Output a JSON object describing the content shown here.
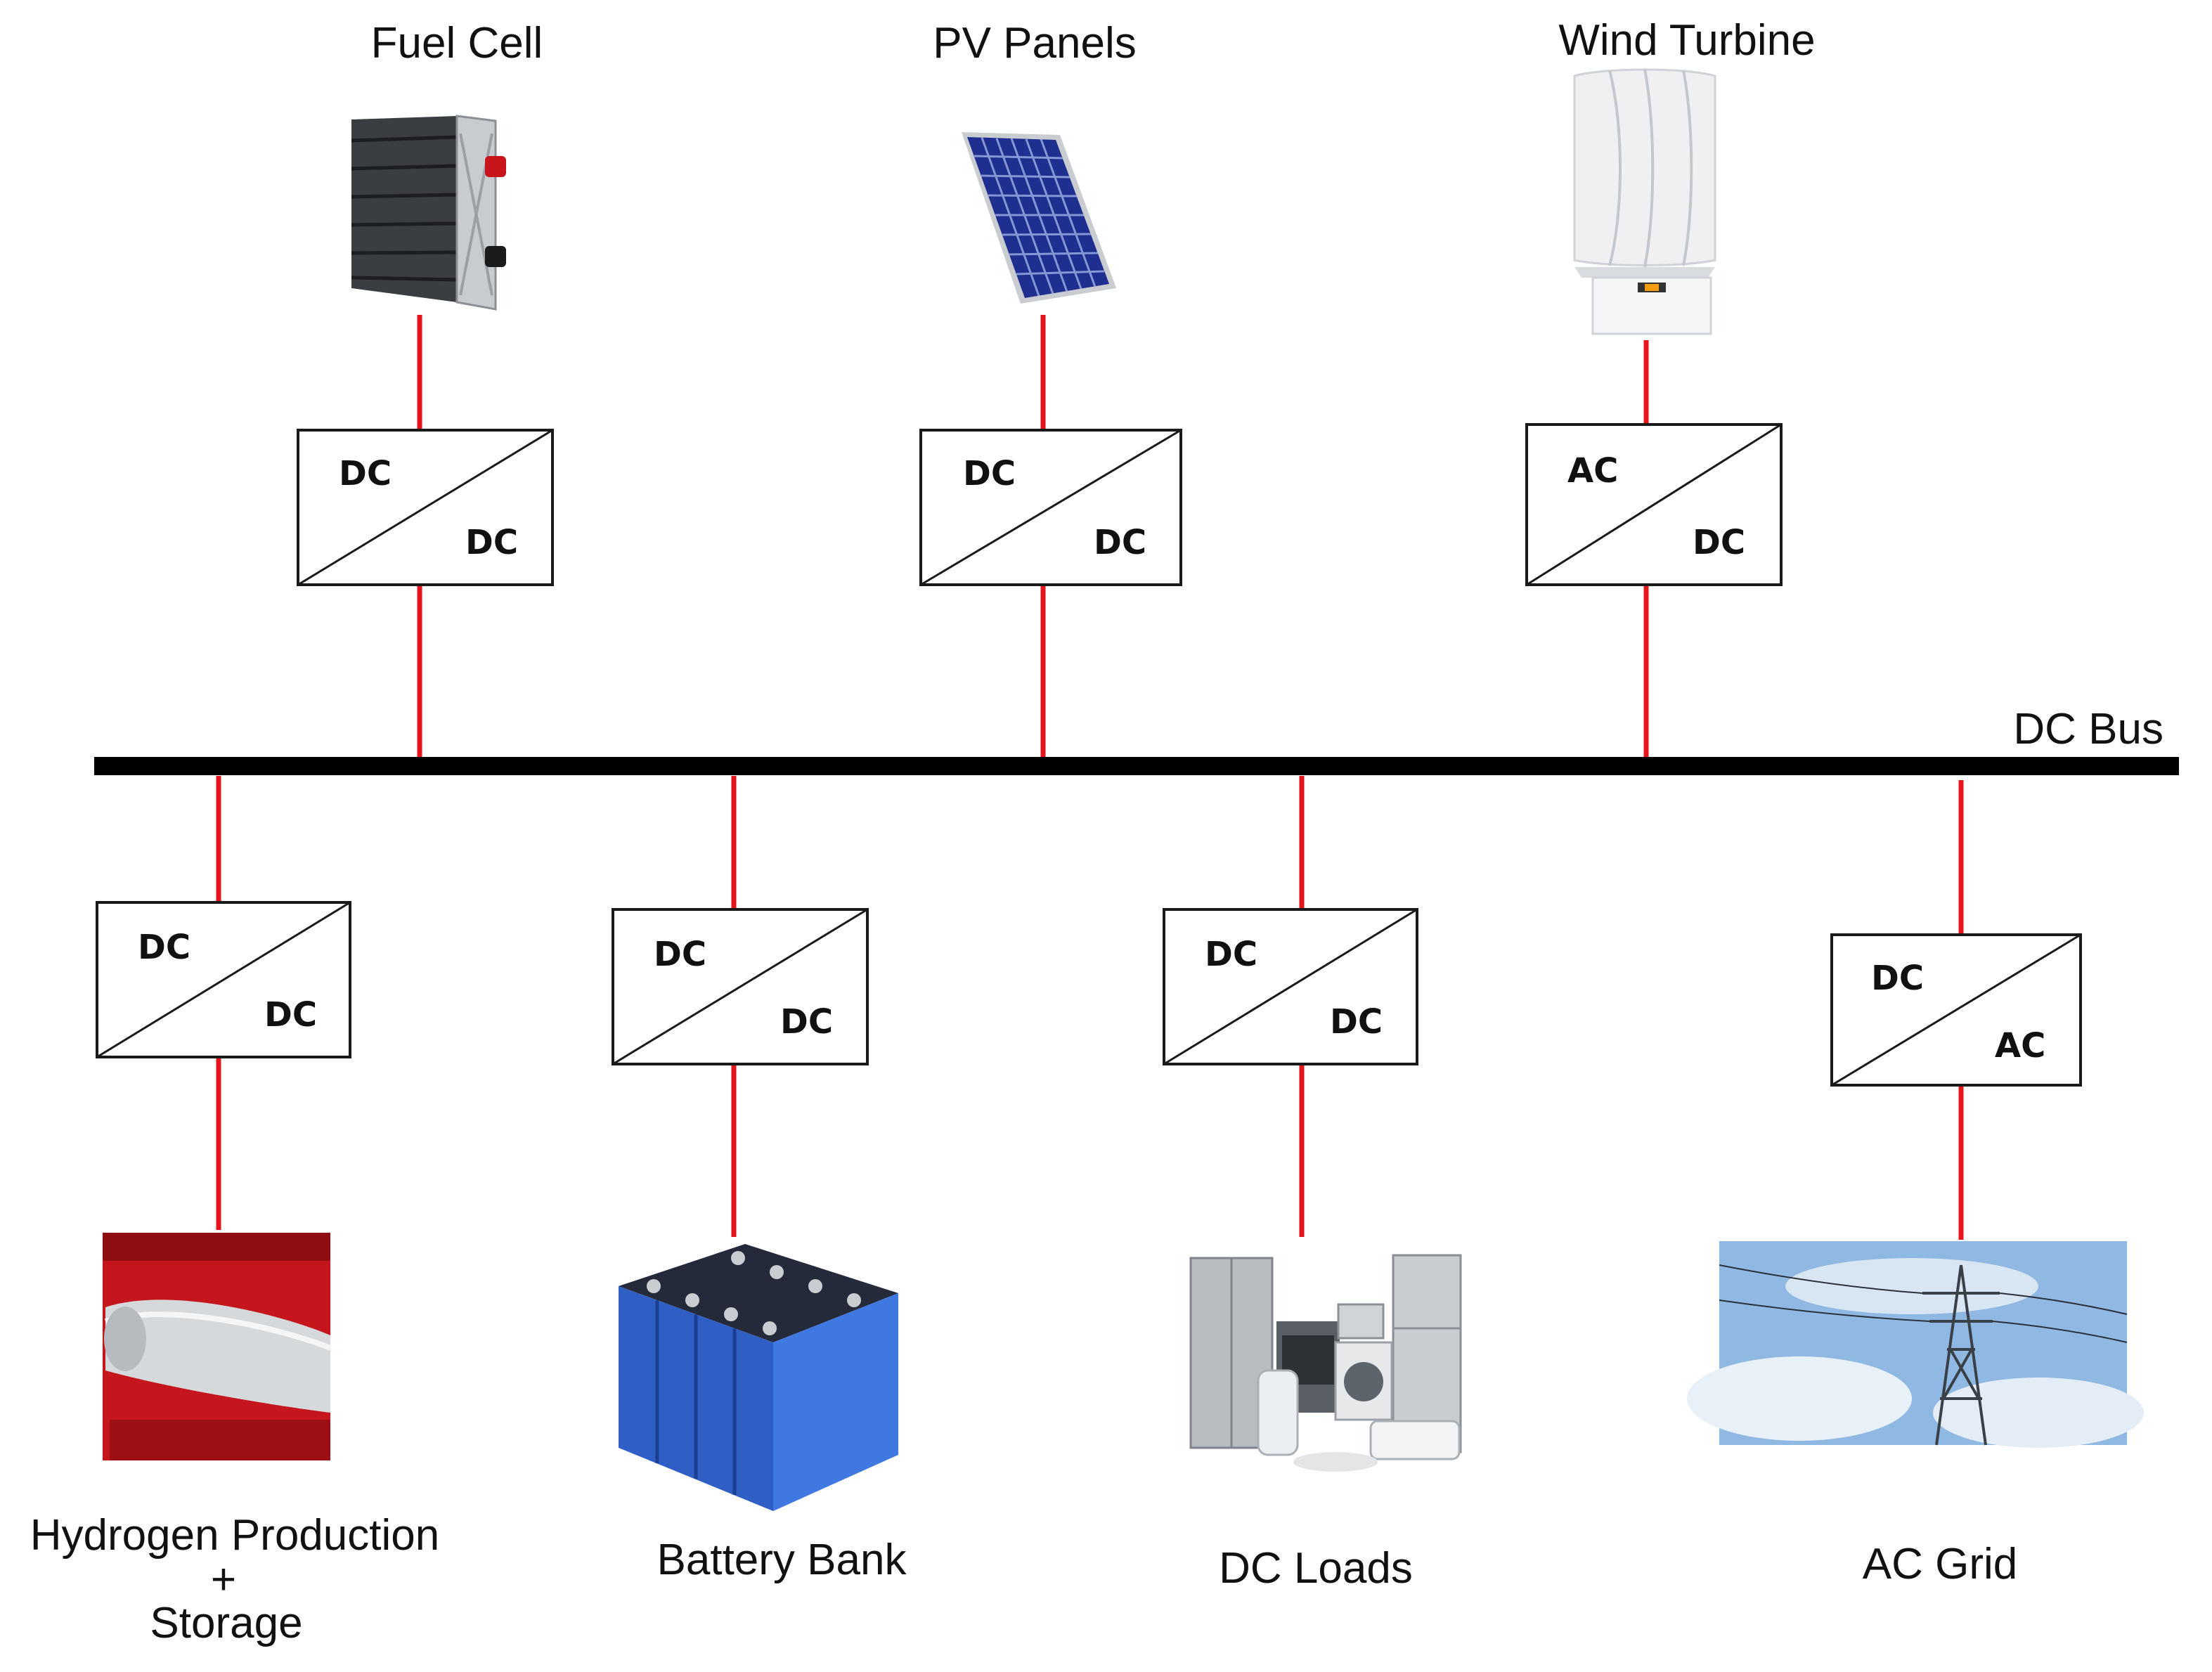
{
  "bus": {
    "label": "DC Bus"
  },
  "sources": [
    {
      "id": "fuel-cell",
      "label": "Fuel Cell",
      "icon": "fuel-cell-stack-icon",
      "converter": {
        "in": "DC",
        "out": "DC"
      }
    },
    {
      "id": "pv-panels",
      "label": "PV Panels",
      "icon": "solar-panel-icon",
      "converter": {
        "in": "DC",
        "out": "DC"
      }
    },
    {
      "id": "wind-turbine",
      "label": "Wind Turbine",
      "icon": "vertical-wind-turbine-icon",
      "converter": {
        "in": "AC",
        "out": "DC"
      }
    }
  ],
  "sinks": [
    {
      "id": "hydrogen",
      "label_lines": [
        "Hydrogen Production",
        "+",
        "Storage"
      ],
      "icon": "hydrogen-tank-icon",
      "converter": {
        "in": "DC",
        "out": "DC"
      }
    },
    {
      "id": "battery",
      "label_lines": [
        "Battery Bank"
      ],
      "icon": "battery-cells-icon",
      "converter": {
        "in": "DC",
        "out": "DC"
      }
    },
    {
      "id": "dc-loads",
      "label_lines": [
        "DC Loads"
      ],
      "icon": "home-appliances-icon",
      "converter": {
        "in": "DC",
        "out": "DC"
      }
    },
    {
      "id": "ac-grid",
      "label_lines": [
        "AC Grid"
      ],
      "icon": "transmission-tower-icon",
      "converter": {
        "in": "DC",
        "out": "AC"
      }
    }
  ],
  "colors": {
    "wire": "#e8141c",
    "bus": "#000000"
  }
}
